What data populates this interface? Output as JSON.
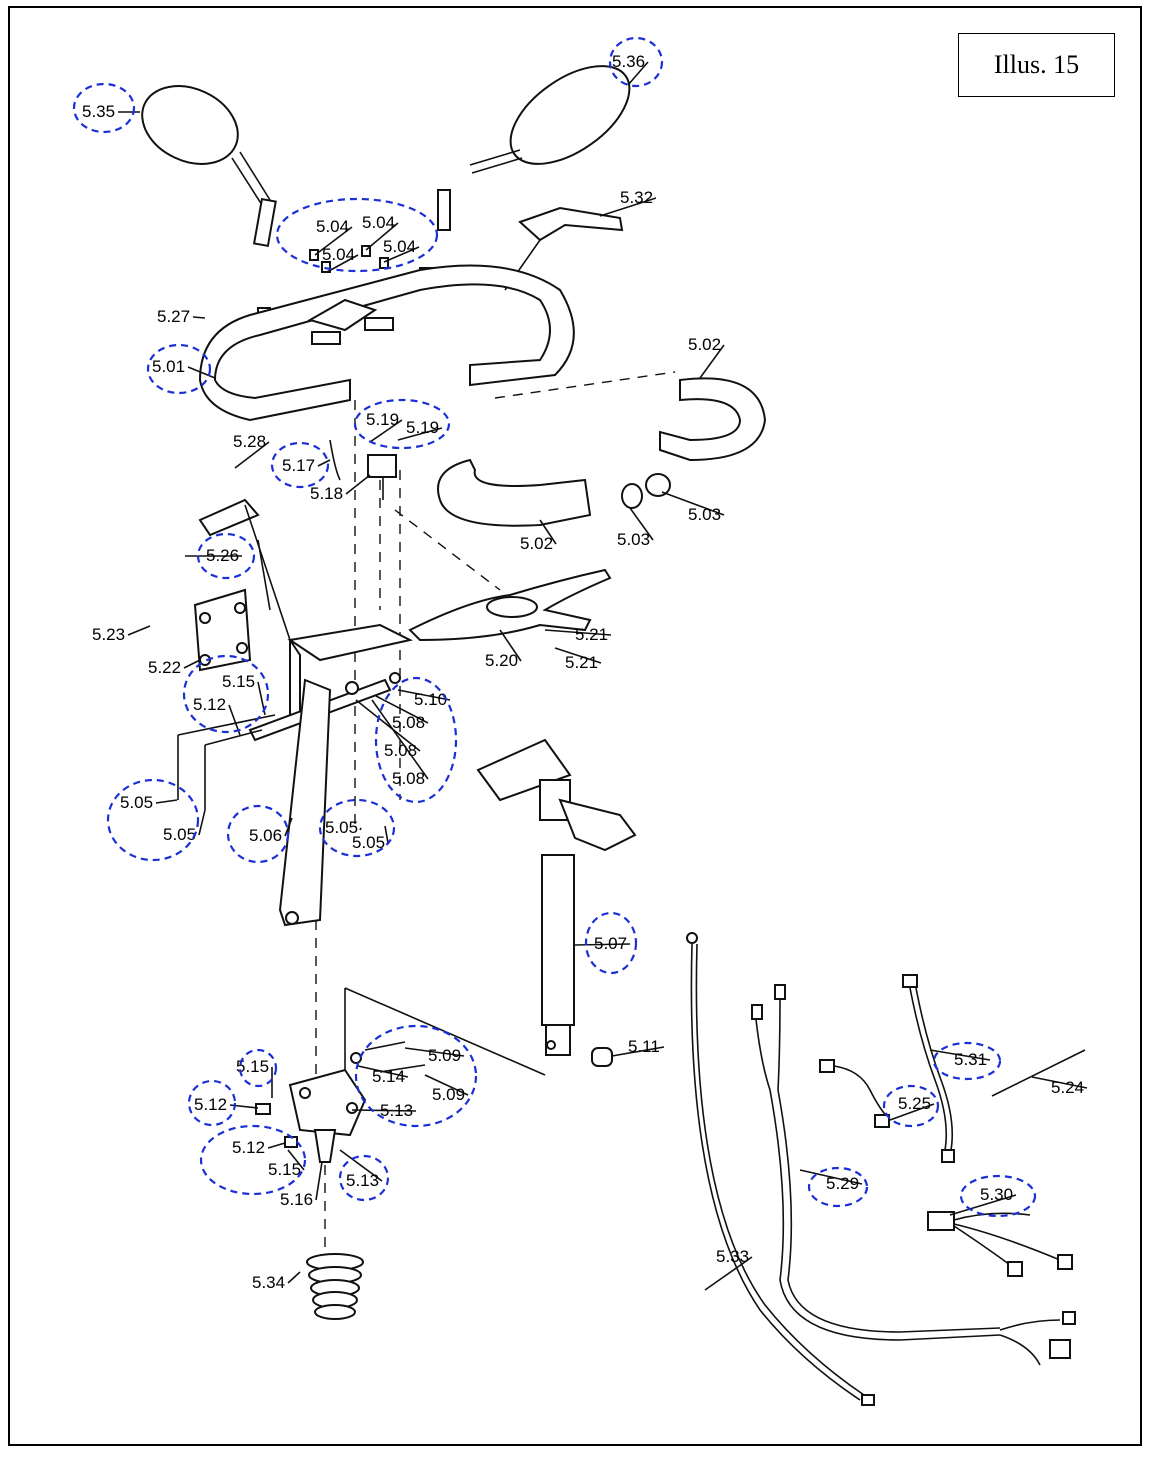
{
  "illustration_label": "Illus. 15",
  "highlight_color": "#1a2fd6",
  "parts": [
    {
      "id": "5.35",
      "circled": true
    },
    {
      "id": "5.36",
      "circled": true
    },
    {
      "id": "5.32",
      "circled": false
    },
    {
      "id": "5.04",
      "circled": true,
      "group": "a"
    },
    {
      "id": "5.04",
      "circled": true,
      "group": "a"
    },
    {
      "id": "5.04",
      "circled": true,
      "group": "a"
    },
    {
      "id": "5.04",
      "circled": true,
      "group": "a"
    },
    {
      "id": "5.01",
      "circled": true
    },
    {
      "id": "5.02",
      "circled": false
    },
    {
      "id": "5.19",
      "circled": true,
      "group": "b"
    },
    {
      "id": "5.19",
      "circled": true,
      "group": "b"
    },
    {
      "id": "5.28",
      "circled": false
    },
    {
      "id": "5.17",
      "circled": true
    },
    {
      "id": "5.18",
      "circled": false
    },
    {
      "id": "5.27",
      "circled": false
    },
    {
      "id": "5.02",
      "circled": false
    },
    {
      "id": "5.03",
      "circled": false
    },
    {
      "id": "5.03",
      "circled": false
    },
    {
      "id": "5.26",
      "circled": true
    },
    {
      "id": "5.23",
      "circled": false
    },
    {
      "id": "5.22",
      "circled": false
    },
    {
      "id": "5.20",
      "circled": false
    },
    {
      "id": "5.21",
      "circled": false
    },
    {
      "id": "5.21",
      "circled": false
    },
    {
      "id": "5.15",
      "circled": true,
      "group": "c"
    },
    {
      "id": "5.12",
      "circled": true,
      "group": "c"
    },
    {
      "id": "5.10",
      "circled": true,
      "group": "d"
    },
    {
      "id": "5.08",
      "circled": true,
      "group": "d"
    },
    {
      "id": "5.08",
      "circled": true,
      "group": "d"
    },
    {
      "id": "5.08",
      "circled": true,
      "group": "d"
    },
    {
      "id": "5.05",
      "circled": true,
      "group": "e"
    },
    {
      "id": "5.05",
      "circled": true,
      "group": "e"
    },
    {
      "id": "5.06",
      "circled": true
    },
    {
      "id": "5.05",
      "circled": true,
      "group": "f"
    },
    {
      "id": "5.05",
      "circled": true,
      "group": "f"
    },
    {
      "id": "5.07",
      "circled": true
    },
    {
      "id": "5.11",
      "circled": false
    },
    {
      "id": "5.15",
      "circled": true
    },
    {
      "id": "5.09",
      "circled": true,
      "group": "g"
    },
    {
      "id": "5.14",
      "circled": true,
      "group": "g"
    },
    {
      "id": "5.09",
      "circled": true,
      "group": "g"
    },
    {
      "id": "5.13",
      "circled": true,
      "group": "g"
    },
    {
      "id": "5.12",
      "circled": true
    },
    {
      "id": "5.12",
      "circled": true,
      "group": "h"
    },
    {
      "id": "5.15",
      "circled": true,
      "group": "h"
    },
    {
      "id": "5.16",
      "circled": false
    },
    {
      "id": "5.13",
      "circled": true
    },
    {
      "id": "5.34",
      "circled": false
    },
    {
      "id": "5.33",
      "circled": false
    },
    {
      "id": "5.29",
      "circled": true
    },
    {
      "id": "5.25",
      "circled": true
    },
    {
      "id": "5.31",
      "circled": true
    },
    {
      "id": "5.24",
      "circled": false
    },
    {
      "id": "5.30",
      "circled": true
    }
  ]
}
